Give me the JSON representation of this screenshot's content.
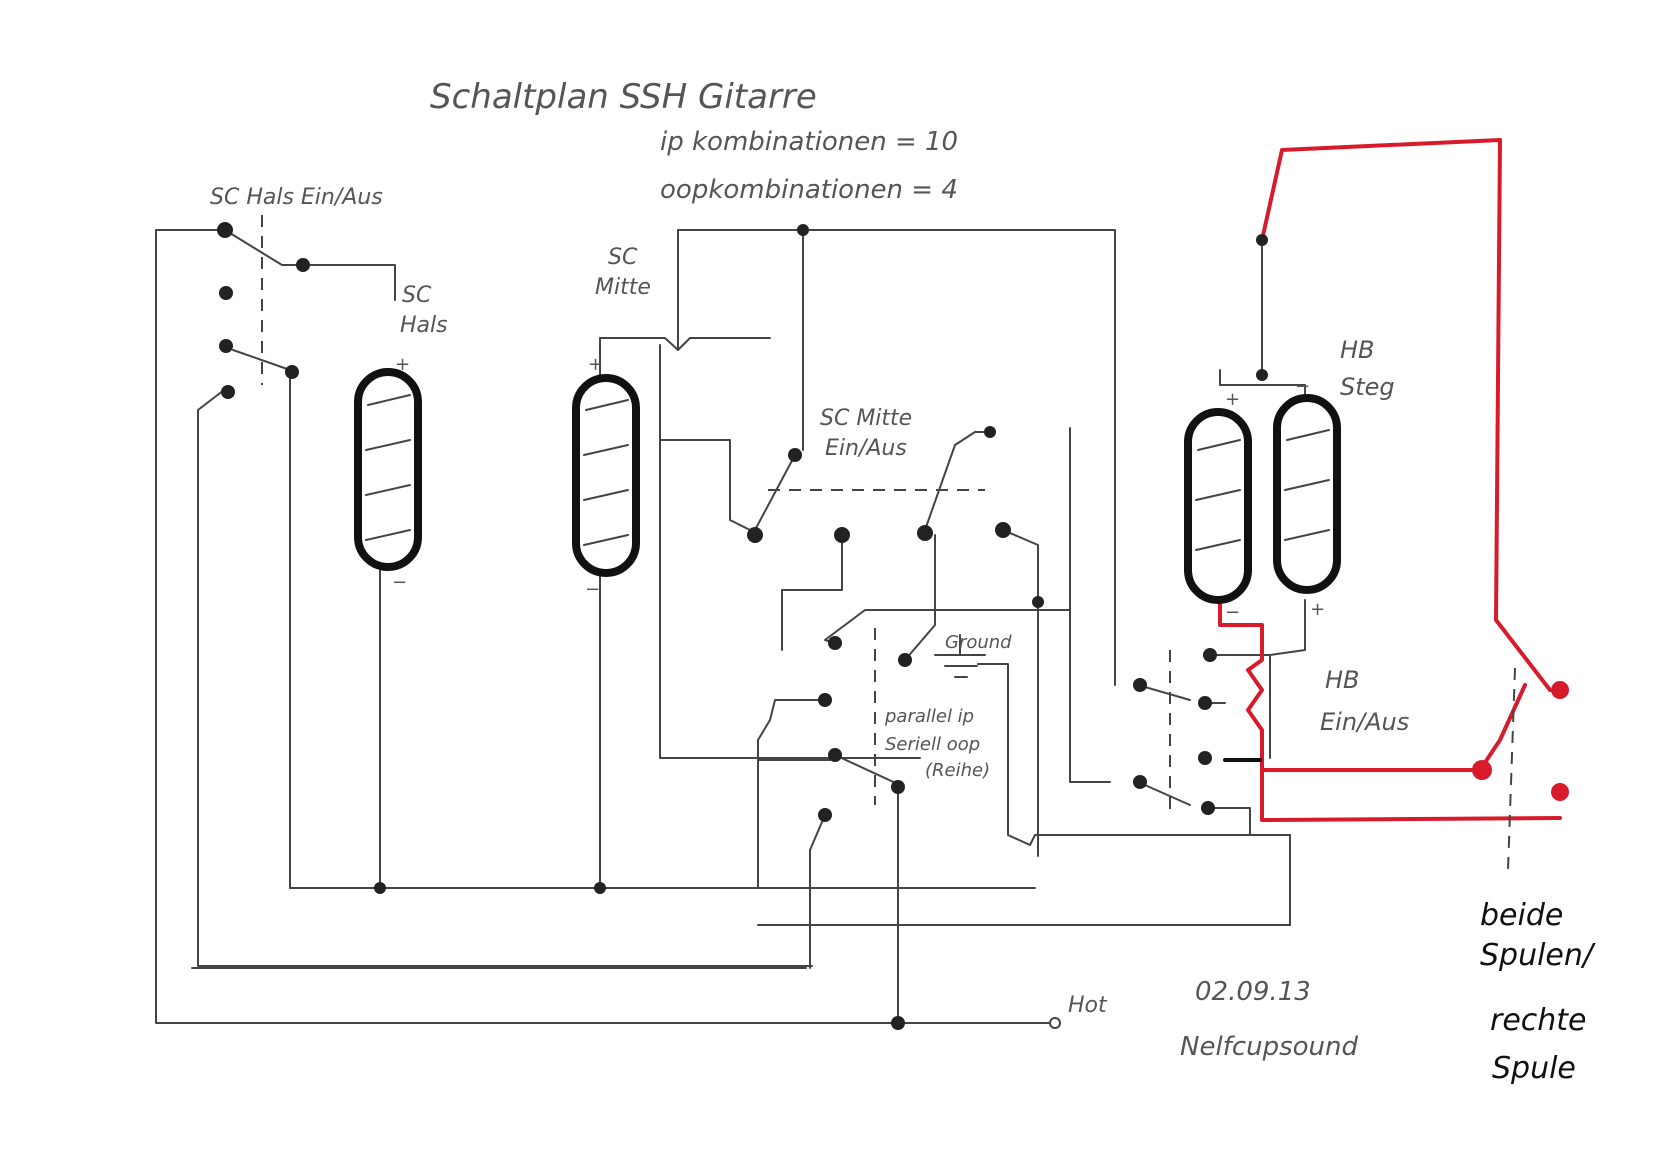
{
  "diagram": {
    "title": "Schaltplan SSH Gitarre",
    "ip_combinations": "ip kombinationen = 10",
    "oop_combinations": "oopkombinationen = 4",
    "date": "02.09.13",
    "signature": "Nelfcupsound",
    "ink_colors": {
      "wire": "#444444",
      "pickup": "#111111",
      "added_wiring": "#d81b2a"
    }
  },
  "labels": {
    "sc_hals_switch": "SC Hals Ein/Aus",
    "sc_hals_pickup": [
      "SC",
      "Hals"
    ],
    "sc_mitte_pickup": [
      "SC",
      "Mitte"
    ],
    "sc_mitte_switch": [
      "SC Mitte",
      "Ein/Aus"
    ],
    "hb_steg_pickup": [
      "HB",
      "Steg"
    ],
    "hb_switch": [
      "HB",
      "Ein/Aus"
    ],
    "ground": "Ground",
    "mode_switch": [
      "parallel ip",
      "Seriell oop",
      "(Reihe)"
    ],
    "hot": "Hot",
    "coil_selector": [
      "beide",
      "Spulen/",
      "rechte",
      "Spule"
    ],
    "plus": "+",
    "minus": "−"
  }
}
